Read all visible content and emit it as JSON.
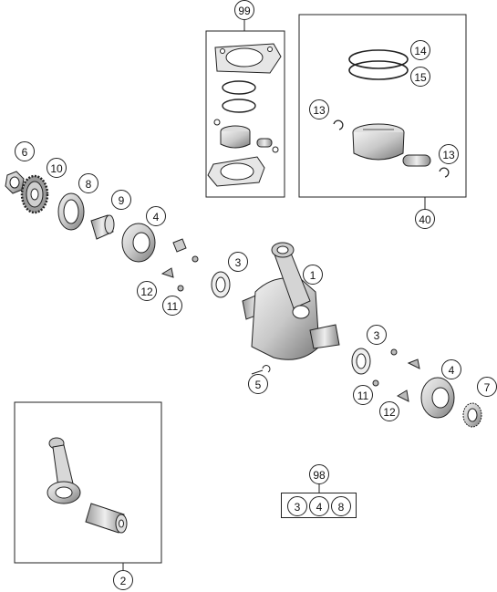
{
  "callouts": {
    "c1": "1",
    "c2": "2",
    "c3a": "3",
    "c3b": "3",
    "c4a": "4",
    "c4b": "4",
    "c5": "5",
    "c6": "6",
    "c7": "7",
    "c8": "8",
    "c9": "9",
    "c10": "10",
    "c11a": "11",
    "c11b": "11",
    "c12a": "12",
    "c12b": "12",
    "c13a": "13",
    "c13b": "13",
    "c14": "14",
    "c15": "15",
    "c40": "40",
    "c98": "98",
    "c99": "99"
  },
  "kit_98_contents": [
    "3",
    "4",
    "8"
  ],
  "colors": {
    "line": "#222222",
    "part_fill": "#d9d9d9",
    "part_dark": "#8a8a8a"
  }
}
